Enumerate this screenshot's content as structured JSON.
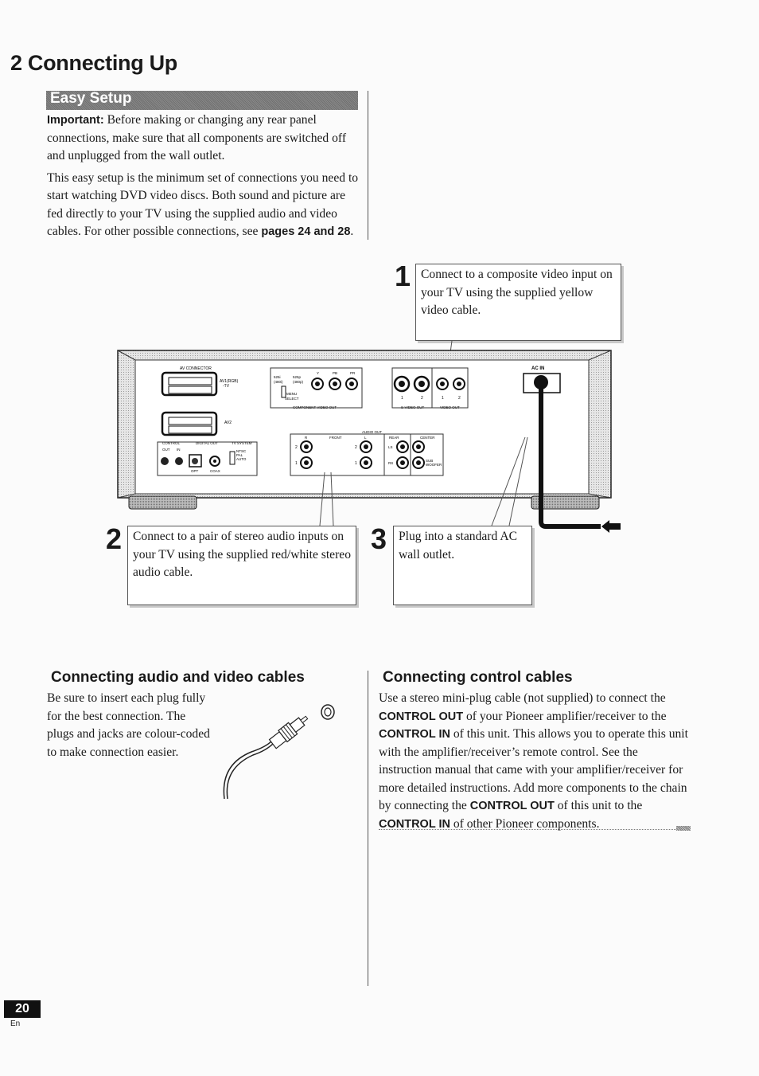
{
  "title": "2 Connecting Up",
  "easy_setup": {
    "heading": "Easy Setup",
    "important_label": "Important:",
    "important_text": " Before making or changing any rear panel connections, make sure that all components are switched off and unplugged from the wall outlet.",
    "para2_text": "This easy setup is the minimum set of connections you need to start watching DVD video discs. Both sound and picture are fed directly to your TV using the supplied audio and video cables. For other possible connections, see ",
    "para2_ref": "pages 24 and 28",
    "para2_end": "."
  },
  "steps": [
    {
      "number": "1",
      "text": "Connect to a composite video input on your TV using the supplied yellow video cable."
    },
    {
      "number": "2",
      "text": "Connect to a pair of stereo audio inputs on your TV using the supplied red/white stereo audio cable."
    },
    {
      "number": "3",
      "text": "Plug into a standard AC wall outlet."
    }
  ],
  "panel": {
    "av_connector": "AV CONNECTOR",
    "av1": "AV1(RGB)",
    "av1_sub": "-TV",
    "av2": "AV2",
    "control": "CONTROL",
    "ctrl_out": "OUT",
    "ctrl_in": "IN",
    "digital_out": "DIGITAL OUT",
    "opt": "OPT",
    "coax": "COAX",
    "tv_system": "TV SYSTEM",
    "ntsc": "NTSC",
    "pal": "PAL",
    "auto": "AUTO",
    "i525": "525i",
    "i480": "(480i)",
    "p525": "525p",
    "p480": "(480p)",
    "menu": "MENU",
    "select": "SELECT",
    "y": "Y",
    "pb": "PB",
    "pr": "PR",
    "component_video_out": "COMPONENT VIDEO OUT",
    "svideo_out": "S-VIDEO OUT",
    "video_out": "VIDEO OUT",
    "one": "1",
    "two": "2",
    "ac_in": "AC IN",
    "audio_out": "AUDIO OUT",
    "r": "R",
    "front": "FRONT",
    "l": "L",
    "rear": "REAR",
    "center": "CENTER",
    "ls": "LS",
    "rs": "RS",
    "sub": "SUB",
    "woofer": "WOOFER"
  },
  "audio_video": {
    "heading": "Connecting audio and video cables",
    "text": "Be sure to insert each plug fully for the best connection. The plugs and jacks are colour-coded to make connection easier."
  },
  "control_cables": {
    "heading": "Connecting control cables",
    "t1": "Use a stereo mini-plug cable (not supplied) to connect the ",
    "b1": "CONTROL OUT",
    "t2": " of your Pioneer amplifier/receiver to the ",
    "b2": "CONTROL IN",
    "t3": " of this unit. This allows you to operate this unit with the amplifier/receiver’s remote control. See the instruction manual that came with your amplifier/receiver for more detailed instructions. Add more components to the chain by connecting the ",
    "b3": "CONTROL OUT",
    "t4": " of this unit to the ",
    "b4": "CONTROL IN",
    "t5": " of other Pioneer components."
  },
  "footer": {
    "page": "20",
    "lang": "En"
  }
}
